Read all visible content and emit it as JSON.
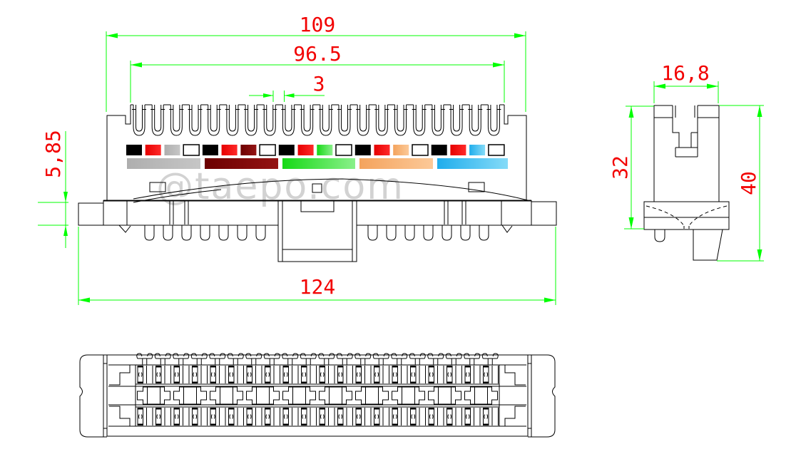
{
  "watermark": {
    "text": "@taepo.com",
    "color": "#d2d2d2"
  },
  "drawing": {
    "background": "#ffffff",
    "line_color": "#000000",
    "dim_line_color": "#00ff00",
    "dim_text_color": "#f20000",
    "gradients": {
      "red": [
        "#e60000",
        "#ff2a2a"
      ],
      "grey": [
        "#aeaeae",
        "#c6c6c6"
      ],
      "maroon": [
        "#6c0000",
        "#941414"
      ],
      "green": [
        "#16d916",
        "#8af08a"
      ],
      "orange": [
        "#f4a35d",
        "#fcc998"
      ],
      "blue": [
        "#1fadec",
        "#85dbf8"
      ]
    }
  },
  "dimensions": {
    "front": {
      "overall_width": "109",
      "comb_width": "96.5",
      "slot_width": "3",
      "side_tab_height": "5,85",
      "base_width": "124"
    },
    "side": {
      "top_width": "16,8",
      "body_height": "32",
      "overall_height": "40"
    }
  },
  "front_view": {
    "slot_count": 20,
    "chips": [
      {
        "name": "black",
        "hex": "#000000"
      },
      {
        "name": "red"
      },
      {
        "name": "grey"
      },
      {
        "name": "white",
        "hex": "#ffffff"
      },
      {
        "name": "black",
        "hex": "#000000"
      },
      {
        "name": "red"
      },
      {
        "name": "maroon"
      },
      {
        "name": "white",
        "hex": "#ffffff"
      },
      {
        "name": "black",
        "hex": "#000000"
      },
      {
        "name": "red"
      },
      {
        "name": "green"
      },
      {
        "name": "white",
        "hex": "#ffffff"
      },
      {
        "name": "black",
        "hex": "#000000"
      },
      {
        "name": "red"
      },
      {
        "name": "orange"
      },
      {
        "name": "white",
        "hex": "#ffffff"
      },
      {
        "name": "black",
        "hex": "#000000"
      },
      {
        "name": "red"
      },
      {
        "name": "blue"
      },
      {
        "name": "white",
        "hex": "#ffffff"
      }
    ],
    "bars": [
      {
        "name": "grey"
      },
      {
        "name": "maroon"
      },
      {
        "name": "green"
      },
      {
        "name": "orange"
      },
      {
        "name": "blue"
      }
    ],
    "legs_per_side": 7
  },
  "bottom_view": {
    "contact_count": 20,
    "pair_count": 10
  }
}
